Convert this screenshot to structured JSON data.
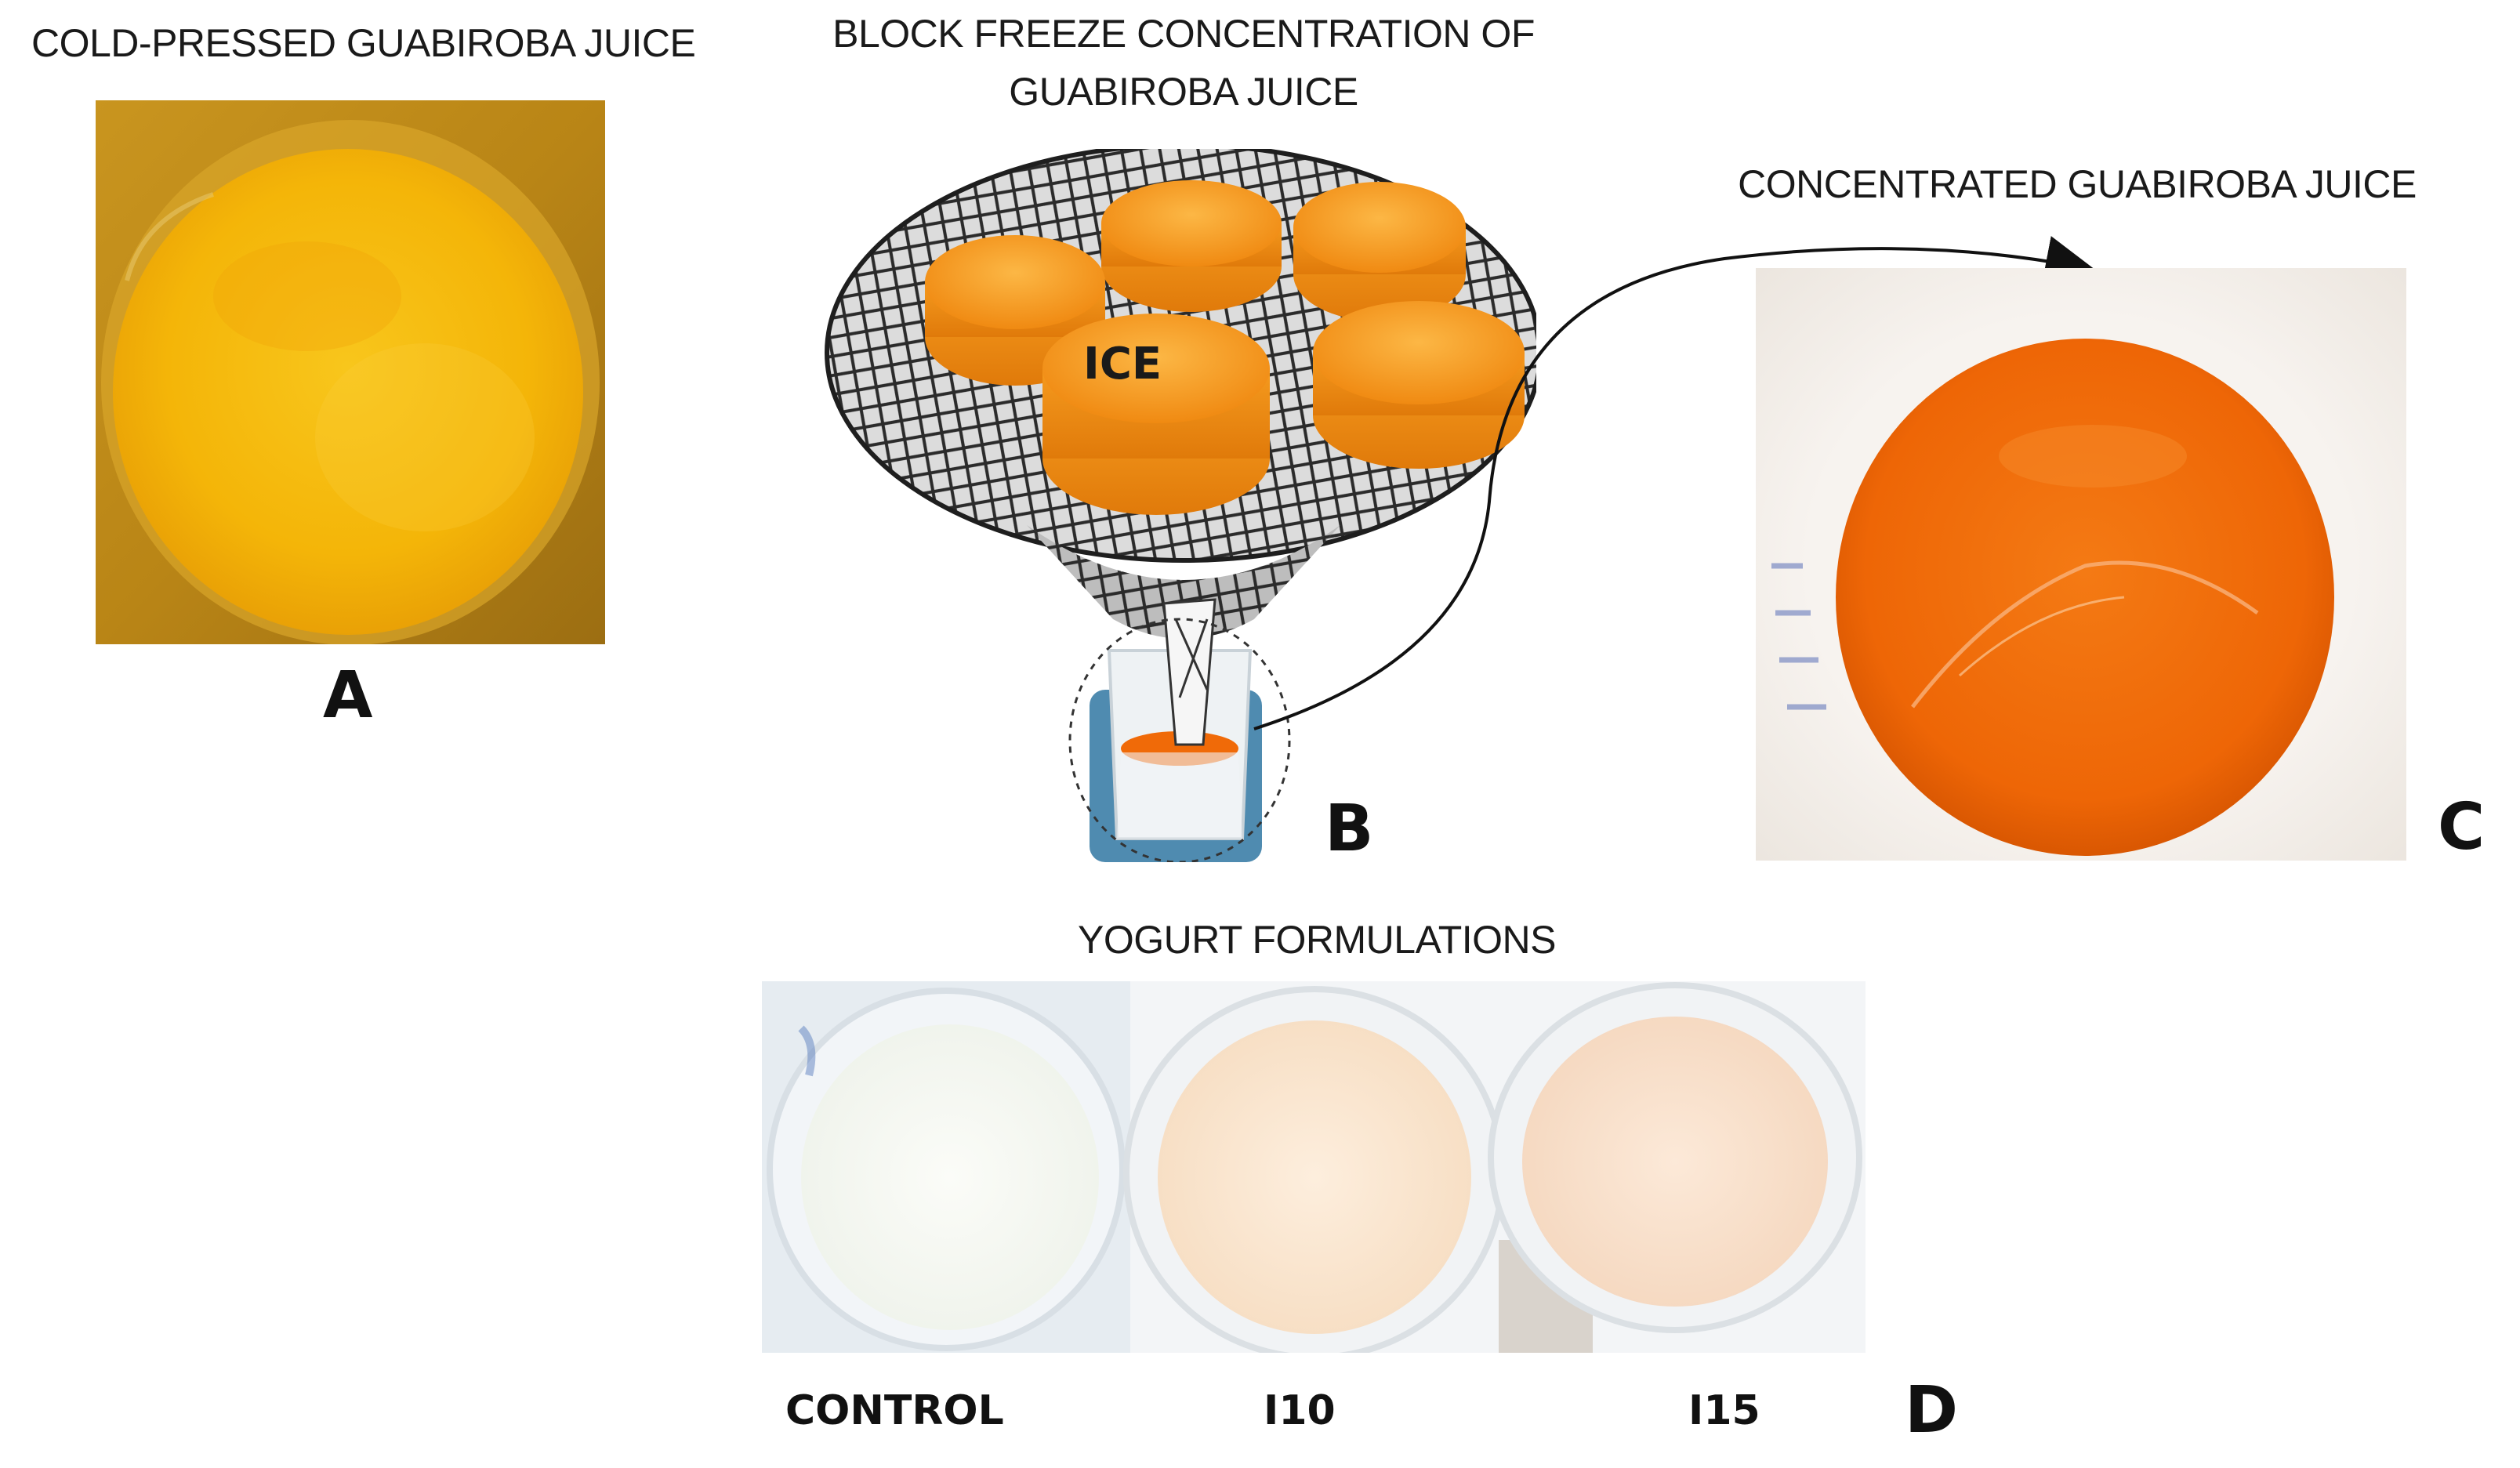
{
  "panels": {
    "a": {
      "title": "COLD-PRESSED GUABIROBA JUICE",
      "letter": "A"
    },
    "b": {
      "title_line1": "BLOCK FREEZE CONCENTRATION OF",
      "title_line2": "GUABIROBA JUICE",
      "ice_label": "ICE",
      "letter": "B"
    },
    "c": {
      "title": "CONCENTRATED GUABIROBA JUICE",
      "letter": "C"
    },
    "d": {
      "title": "YOGURT FORMULATIONS",
      "letter": "D",
      "cups": [
        "CONTROL",
        "I10",
        "I15"
      ]
    }
  },
  "colors": {
    "juice_yellow": "#f5b80a",
    "ice_orange": "#f59a1e",
    "concentrate_orange": "#f06a08",
    "yogurt_control": "#f6f8f3",
    "yogurt_i10": "#fbe8d2",
    "yogurt_i15": "#fbe2cf"
  }
}
